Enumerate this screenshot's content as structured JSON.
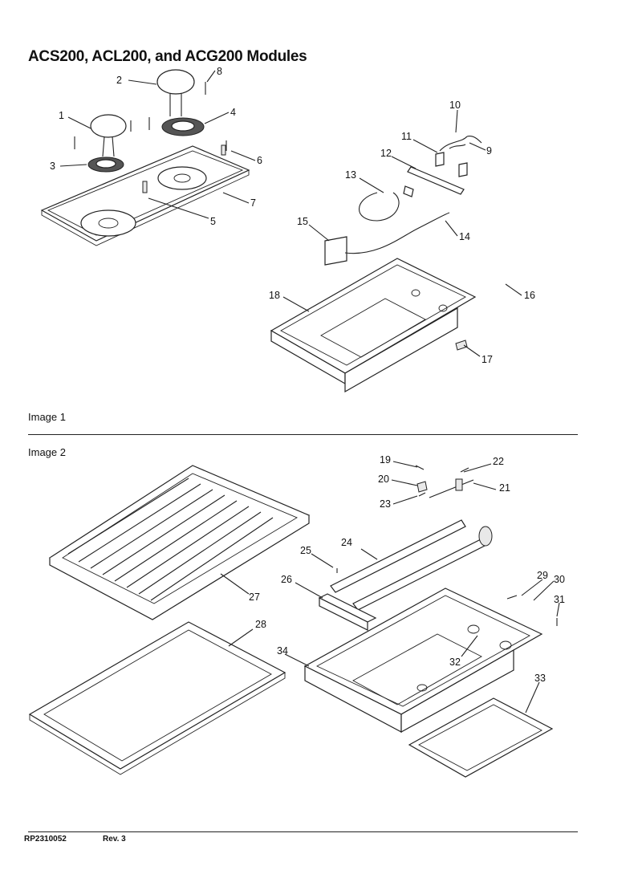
{
  "title": "ACS200, ACL200, and ACG200 Modules",
  "image1_label": "Image 1",
  "image2_label": "Image 2",
  "footer": {
    "doc_number": "RP2310052",
    "revision": "Rev. 3"
  },
  "callouts": [
    "1",
    "2",
    "3",
    "4",
    "5",
    "6",
    "7",
    "8",
    "9",
    "10",
    "11",
    "12",
    "13",
    "14",
    "15",
    "16",
    "17",
    "18",
    "19",
    "20",
    "21",
    "22",
    "23",
    "24",
    "25",
    "26",
    "27",
    "28",
    "29",
    "30",
    "31",
    "32",
    "33",
    "34"
  ]
}
